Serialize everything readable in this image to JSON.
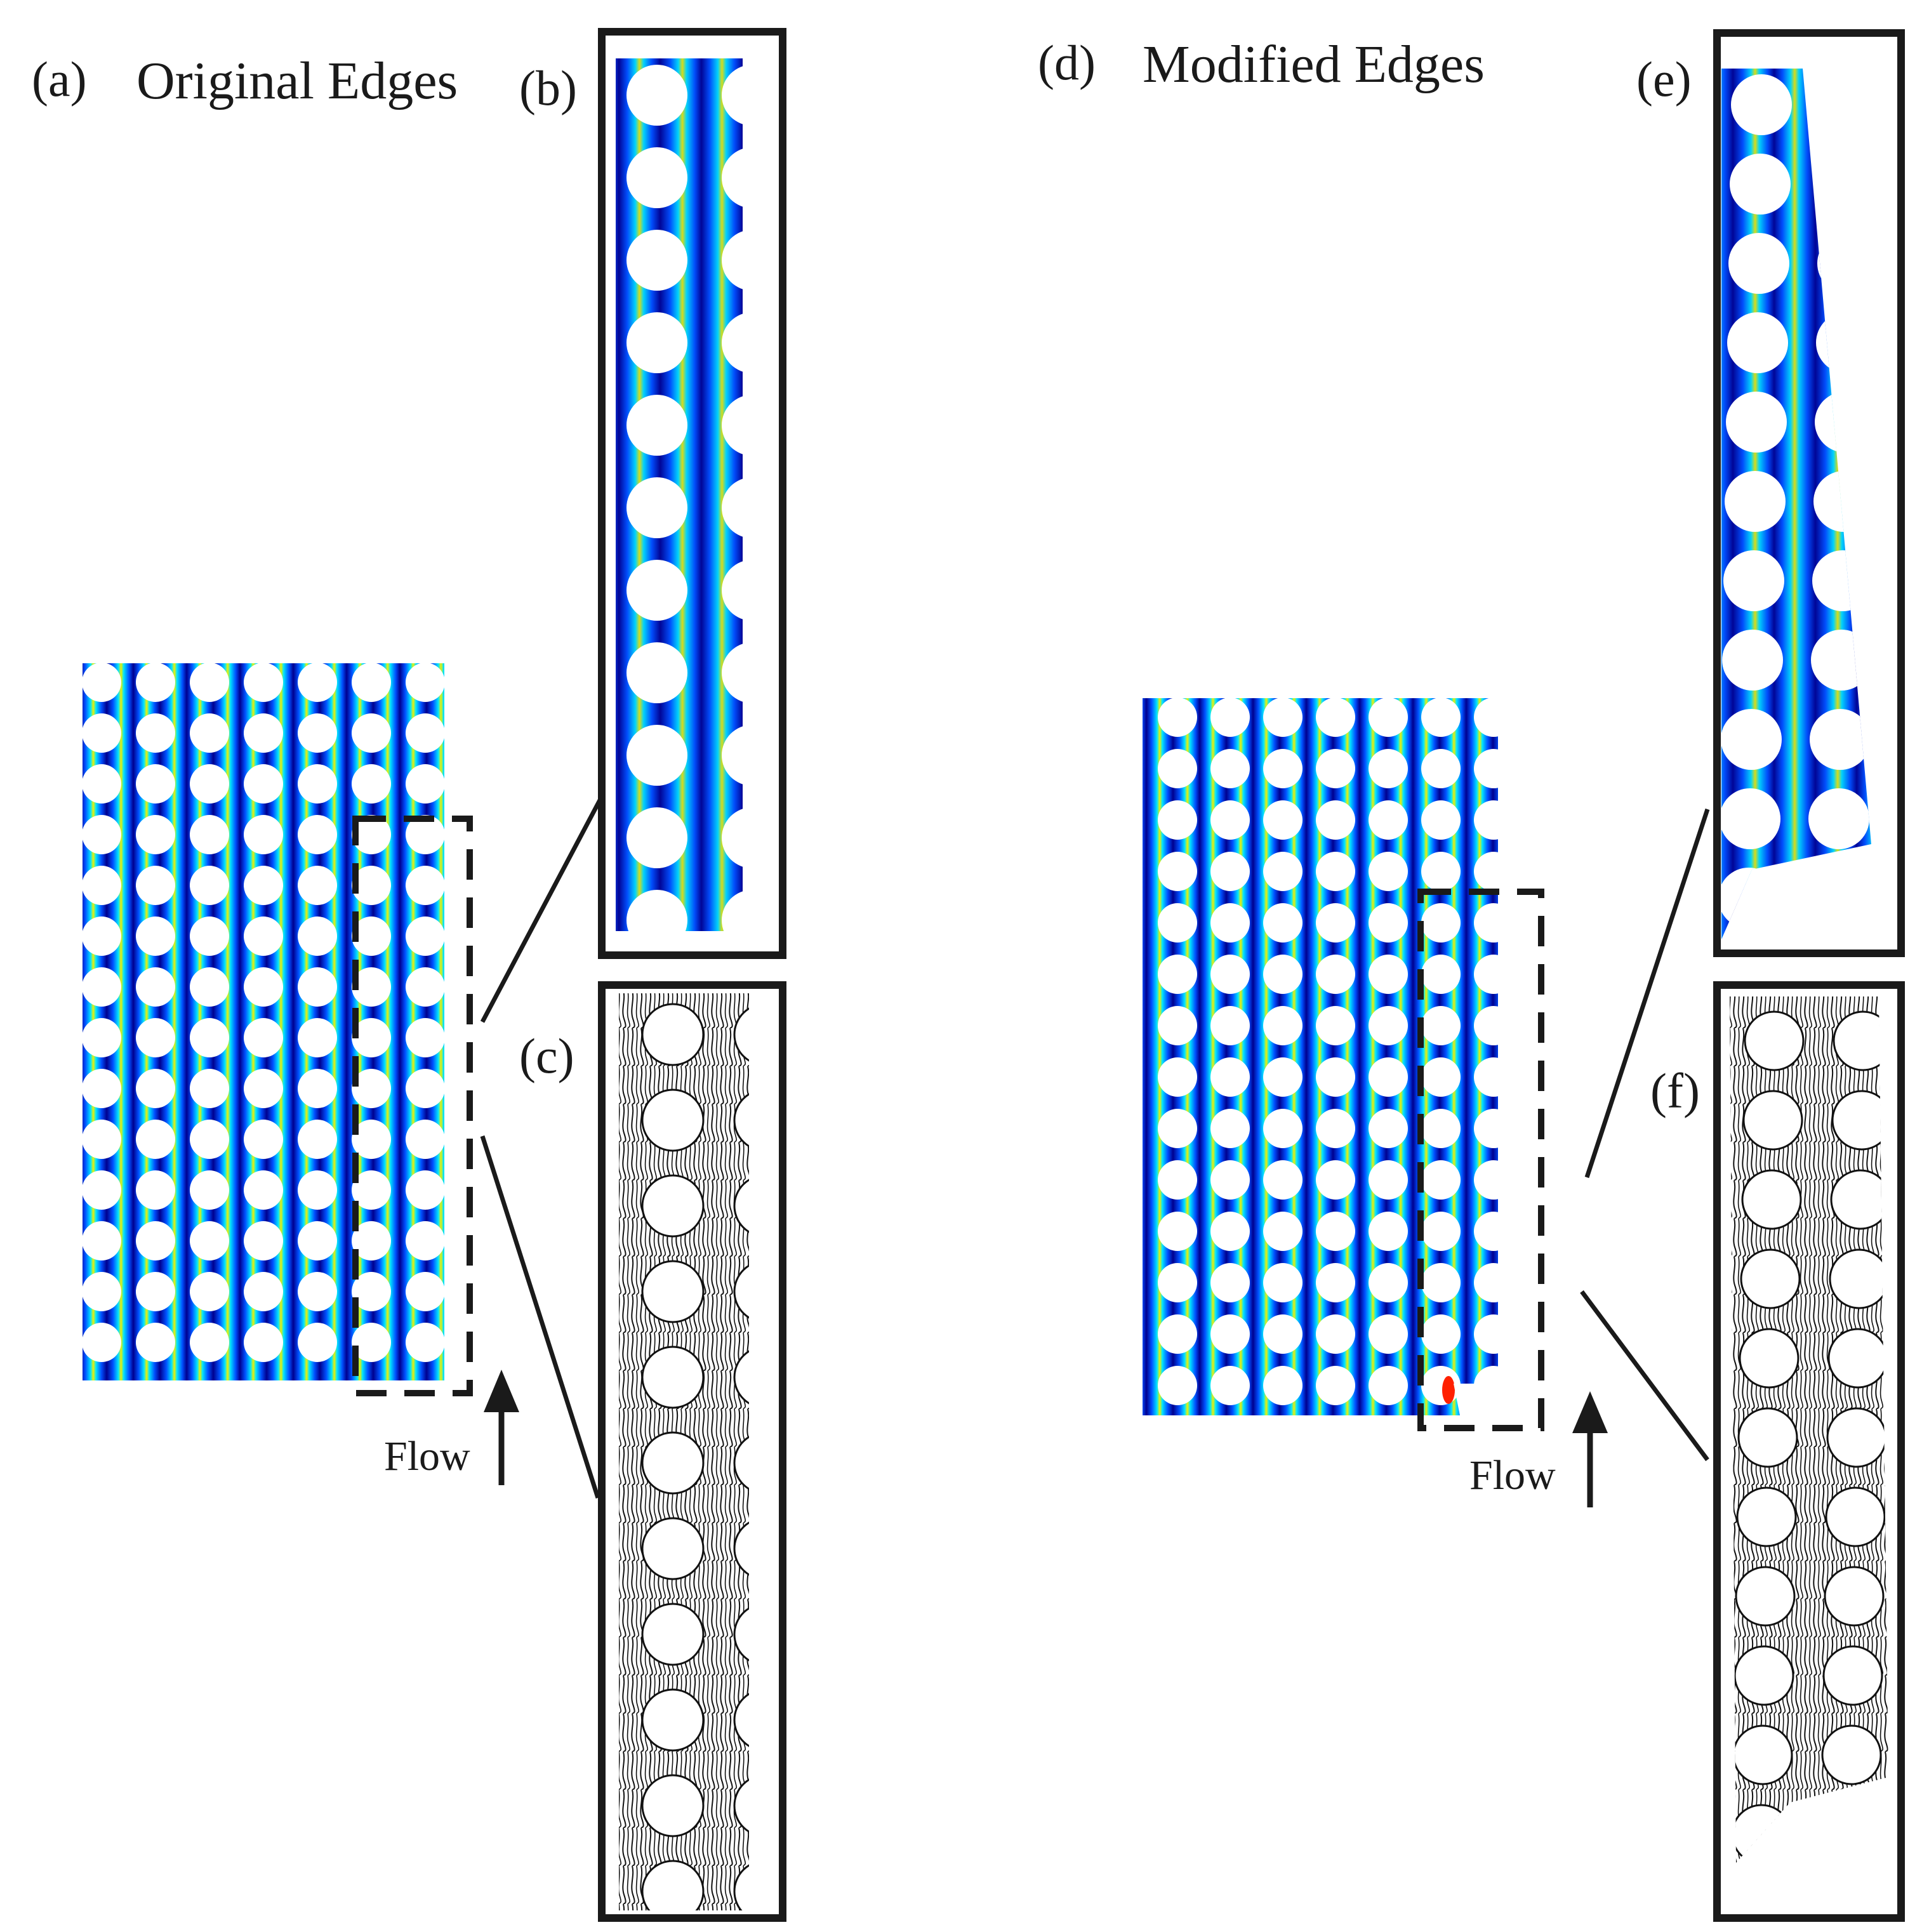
{
  "panels": {
    "a": "(a)",
    "b": "(b)",
    "c": "(c)",
    "d": "(d)",
    "e": "(e)",
    "f": "(f)"
  },
  "titles": {
    "original": "Original Edges",
    "modified": "Modified Edges"
  },
  "flow_label": "Flow",
  "colormap": {
    "low": "#00008f",
    "mid_low": "#0064ff",
    "mid": "#00e6ff",
    "mid_high": "#f0f000",
    "high": "#ff2000"
  },
  "lattice": {
    "original_rows": 14,
    "original_cols": 7,
    "modified_rows": 14,
    "modified_cols": 7
  }
}
